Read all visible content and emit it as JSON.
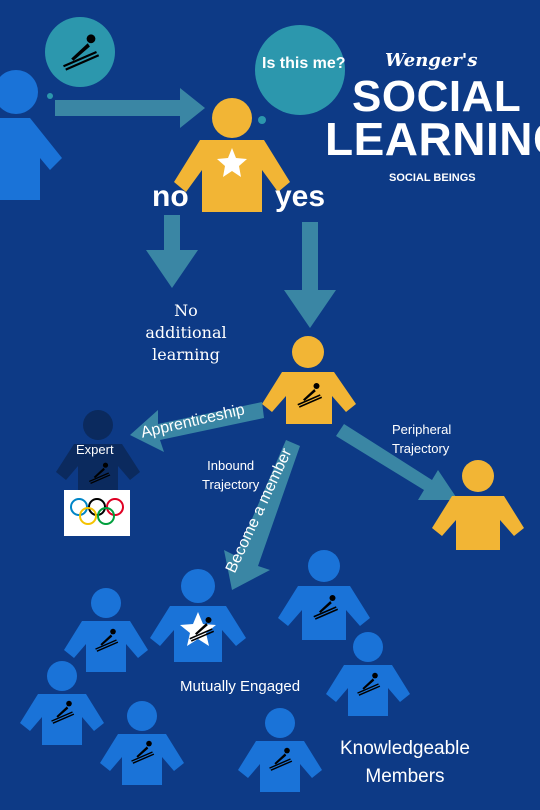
{
  "title": {
    "author": "Wenger's",
    "line1": "SOCIAL",
    "line2": "LEARNING",
    "subtitle": "SOCIAL BEINGS"
  },
  "bubble": {
    "text": "Is this me?"
  },
  "decision": {
    "no": "no",
    "yes": "yes"
  },
  "no_outcome": "No additional learning",
  "paths": {
    "apprenticeship": "Apprenticeship",
    "become_member": "Become a member",
    "inbound_line1": "Inbound",
    "inbound_line2": "Trajectory",
    "peripheral_line1": "Peripheral",
    "peripheral_line2": "Trajectory"
  },
  "roles": {
    "expert": "Expert",
    "mutually_engaged": "Mutually Engaged",
    "knowledgeable_line1": "Knowledgeable",
    "knowledgeable_line2": "Members"
  },
  "colors": {
    "background": "#0d3a86",
    "arrow": "#3a86a4",
    "yellow_person": "#f2b535",
    "blue_person": "#1a73d8",
    "bubble": "#2c97ad",
    "expert_person": "#0b2a5e"
  },
  "icons": [
    "ski-jumper-icon",
    "star-icon",
    "olympic-rings-icon"
  ]
}
